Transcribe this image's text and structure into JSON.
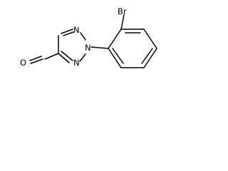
{
  "molecule": {
    "atoms": {
      "bromine": "Br",
      "oxygen": "O",
      "n1": "N",
      "n2": "N",
      "n3": "N"
    }
  },
  "colors": {
    "bond": "#000000",
    "label": "#000000",
    "background": "#ffffff"
  }
}
